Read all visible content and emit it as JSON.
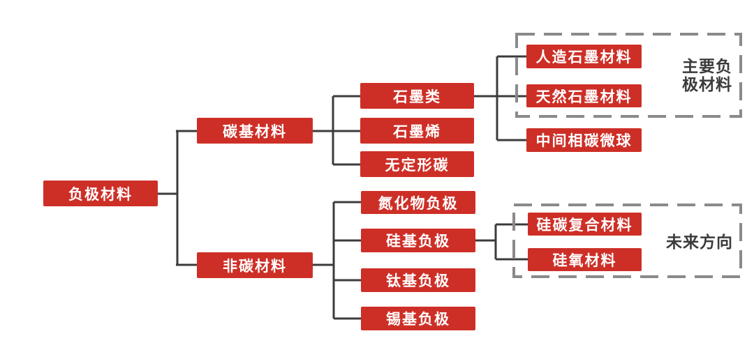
{
  "colors": {
    "node_fill": "#cd2f27",
    "node_text": "#ffffff",
    "connector": "#3b3b3b",
    "group_border": "#8a8a8a",
    "group_label": "#3b3b3b",
    "background": "#ffffff"
  },
  "tree": {
    "root": {
      "label": "负极材料"
    },
    "level1": [
      {
        "id": "carbon-based",
        "label": "碳基材料"
      },
      {
        "id": "non-carbon",
        "label": "非碳材料"
      }
    ],
    "carbon_children": [
      {
        "id": "graphite-class",
        "label": "石墨类"
      },
      {
        "id": "graphene",
        "label": "石墨烯"
      },
      {
        "id": "amorphous-carbon",
        "label": "无定形碳"
      }
    ],
    "graphite_children": [
      {
        "id": "artificial-graphite",
        "label": "人造石墨材料"
      },
      {
        "id": "natural-graphite",
        "label": "天然石墨材料"
      },
      {
        "id": "mesocarbon-microbeads",
        "label": "中间相碳微球"
      }
    ],
    "noncarbon_children": [
      {
        "id": "nitride-anode",
        "label": "氮化物负极"
      },
      {
        "id": "silicon-based-anode",
        "label": "硅基负极"
      },
      {
        "id": "titanium-based-anode",
        "label": "钛基负极"
      },
      {
        "id": "tin-based-anode",
        "label": "锡基负极"
      }
    ],
    "silicon_children": [
      {
        "id": "silicon-carbon-composite",
        "label": "硅碳复合材料"
      },
      {
        "id": "silicon-oxide",
        "label": "硅氧材料"
      }
    ]
  },
  "groups": [
    {
      "id": "main-anode-materials",
      "label": "主要负极材料"
    },
    {
      "id": "future-direction",
      "label": "未来方向"
    }
  ]
}
